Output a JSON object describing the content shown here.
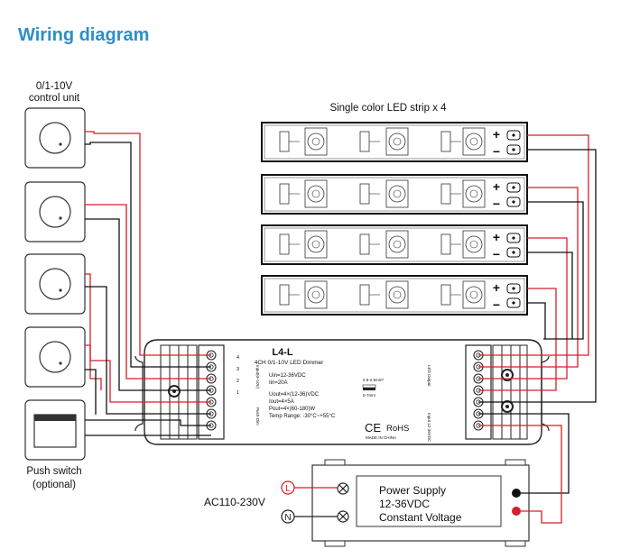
{
  "page": {
    "title": "Wiring diagram",
    "accent_color": "#2a8fc8",
    "wire_red": "#d81e2a",
    "wire_black": "#111111"
  },
  "control_units": {
    "label_line1": "0/1-10V",
    "label_line2": "control unit",
    "count": 4,
    "icon": "dimmer-knob-icon"
  },
  "push_switch": {
    "label_line1": "Push switch",
    "label_line2": "(optional)",
    "icon": "push-switch-icon"
  },
  "led_strips": {
    "label": "Single color LED strip x 4",
    "count": 4,
    "plus": "+",
    "minus": "−"
  },
  "dimmer": {
    "model": "L4-L",
    "description": "4CH 0/1-10V LED Dimmer",
    "specs": [
      "Uin=12-36VDC",
      "Iin=20A",
      "Uout=4×(12-36)VDC",
      "Iout=4×5A",
      "Pout=4×(60-180)W",
      "Temp Range: -30°C~+55°C"
    ],
    "input_label": "Input(0~10V)",
    "push_label": "Push-Dim",
    "led_output_label": "LED Output",
    "input_power_label": "Input 12-36VDC",
    "channel_numbers": [
      "4",
      "3",
      "2",
      "1"
    ],
    "strip_gauge": "0.5-2.5mm²",
    "strip_length": "6-7mm",
    "ce_mark": "CE",
    "rohs": "RoHS",
    "made_in": "MADE IN CHINA"
  },
  "power_supply": {
    "line1": "Power Supply",
    "line2": "12-36VDC",
    "line3": "Constant Voltage",
    "ac_label": "AC110-230V",
    "live": "L",
    "neutral": "N"
  }
}
